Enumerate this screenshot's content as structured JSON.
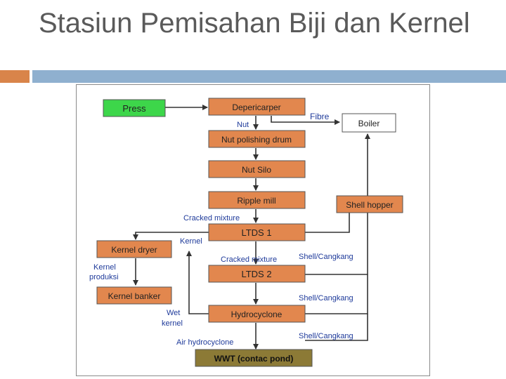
{
  "slide": {
    "title": "Stasiun Pemisahan Biji dan Kernel",
    "accent_orange": "#d9844a",
    "accent_blue": "#8fb0cf"
  },
  "diagram": {
    "boxes": {
      "press": "Press",
      "depericarper": "Depericarper",
      "boiler": "Boiler",
      "nut_polishing_drum": "Nut polishing drum",
      "nut_silo": "Nut Silo",
      "ripple_mill": "Ripple mill",
      "shell_hopper": "Shell hopper",
      "ltds1": "LTDS 1",
      "kernel_dryer": "Kernel dryer",
      "ltds2": "LTDS 2",
      "kernel_banker": "Kernel banker",
      "hydrocyclone": "Hydrocyclone",
      "wwt": "WWT (contac pond)"
    },
    "labels": {
      "fibre": "Fibre",
      "nut": "Nut",
      "cracked_mixture_1": "Cracked mixture",
      "kernel": "Kernel",
      "cracked_mixture_2": "Cracked mixture",
      "shell_1": "Shell/Cangkang",
      "kernel_produksi_1": "Kernel",
      "kernel_produksi_2": "produksi",
      "shell_2": "Shell/Cangkang",
      "wet_kernel_1": "Wet",
      "wet_kernel_2": "kernel",
      "air_hydrocyclone": "Air hydrocyclone",
      "shell_3": "Shell/Cangkang"
    },
    "colors": {
      "process_box": "#e2874e",
      "press_box": "#3dd64a",
      "boiler_box": "#ffffff",
      "wwt_box": "#8c7a36",
      "arrow": "#333333"
    }
  }
}
